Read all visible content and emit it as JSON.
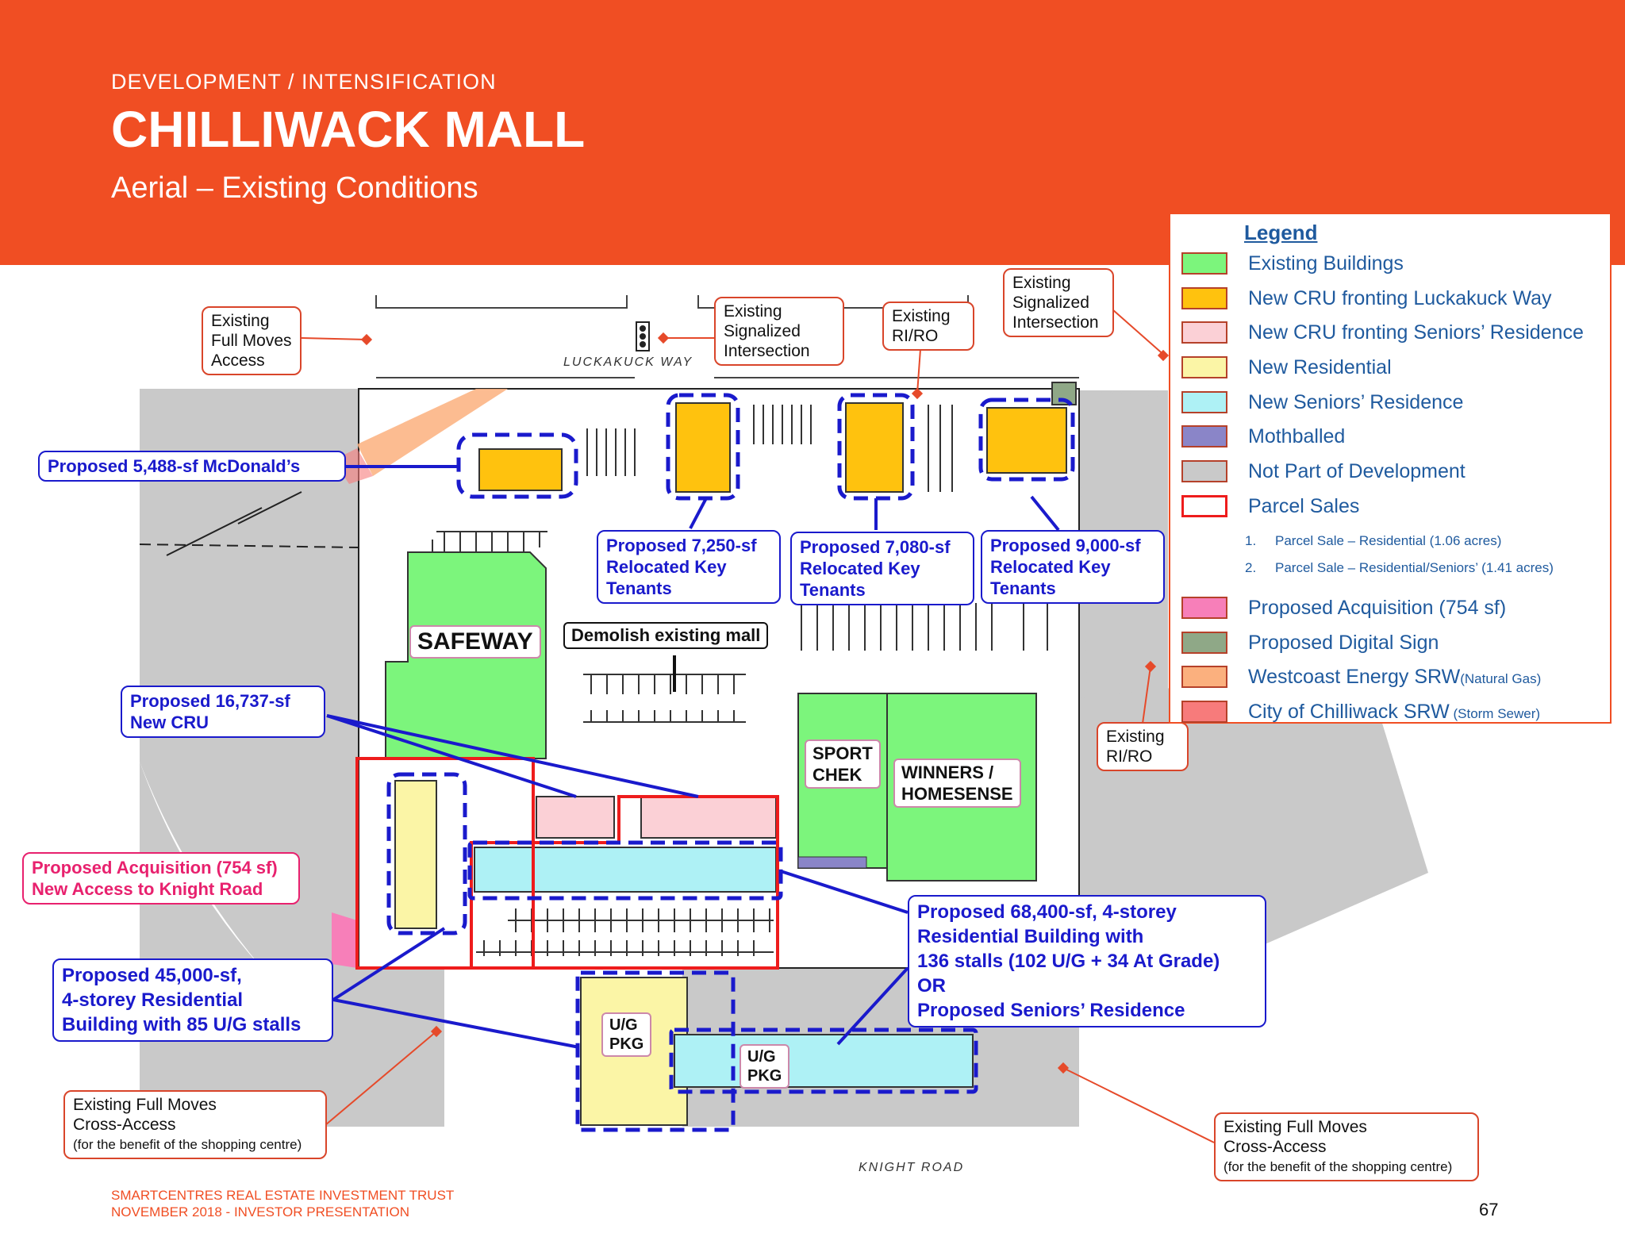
{
  "header": {
    "kicker": "DEVELOPMENT / INTENSIFICATION",
    "title": "CHILLIWACK MALL",
    "subtitle": "Aerial – Existing Conditions"
  },
  "roads": {
    "north": "LUCKAKUCK WAY",
    "south": "KNIGHT ROAD"
  },
  "annotations": {
    "full_moves_access": [
      "Existing",
      "Full Moves",
      "Access"
    ],
    "signalized_1": [
      "Existing",
      "Signalized",
      "Intersection"
    ],
    "riro_1": [
      "Existing",
      "RI/RO"
    ],
    "signalized_2": [
      "Existing",
      "Signalized",
      "Intersection"
    ],
    "riro_2": [
      "Existing",
      "RI/RO"
    ],
    "cross_access_left": {
      "line1": "Existing Full Moves",
      "line2": "Cross-Access",
      "note": "(for the benefit of the shopping centre)"
    },
    "cross_access_right": {
      "line1": "Existing Full Moves",
      "line2": "Cross-Access",
      "note": "(for the benefit of the shopping centre)"
    }
  },
  "proposals": {
    "mcdonalds": "Proposed 5,488-sf McDonald’s",
    "p7250": [
      "Proposed 7,250-sf",
      "Relocated Key",
      "Tenants"
    ],
    "p7080": [
      "Proposed 7,080-sf",
      "Relocated Key",
      "Tenants"
    ],
    "p9000": [
      "Proposed 9,000-sf",
      "Relocated Key",
      "Tenants"
    ],
    "cru": [
      "Proposed 16,737-sf",
      "New CRU"
    ],
    "acquisition": [
      "Proposed Acquisition (754 sf)",
      "New Access to Knight Road"
    ],
    "res45000": [
      "Proposed 45,000-sf,",
      "4-storey Residential",
      "Building with 85 U/G stalls"
    ],
    "res68400": [
      "Proposed 68,400-sf, 4-storey",
      "Residential Building with",
      "136 stalls (102 U/G + 34 At Grade)",
      "OR",
      "Proposed Seniors’ Residence"
    ]
  },
  "buildings": {
    "safeway": "SAFEWAY",
    "demolish": "Demolish existing mall",
    "sport_chek": [
      "SPORT",
      "CHEK"
    ],
    "winners": [
      "WINNERS /",
      "HOMESENSE"
    ],
    "ug_pkg_1": [
      "U/G",
      "PKG"
    ],
    "ug_pkg_2": [
      "U/G",
      "PKG"
    ]
  },
  "legend": {
    "title": "Legend",
    "items": [
      {
        "label": "Existing Buildings",
        "color": "#7cf57c"
      },
      {
        "label": "New CRU fronting Luckakuck Way",
        "color": "#ffc20e"
      },
      {
        "label": "New CRU fronting Seniors’ Residence",
        "color": "#fbd0d6"
      },
      {
        "label": "New Residential",
        "color": "#fbf5a6"
      },
      {
        "label": "New Seniors’ Residence",
        "color": "#aef1f5"
      },
      {
        "label": "Mothballed",
        "color": "#8a85c8"
      },
      {
        "label": "Not Part of Development",
        "color": "#c9c9c9"
      },
      {
        "label": "Parcel Sales",
        "color": "#ffffff"
      },
      {
        "label": "Proposed Acquisition (754 sf)",
        "color": "#f77fb9"
      },
      {
        "label": "Proposed Digital Sign",
        "color": "#8fa887"
      },
      {
        "label": "Westcoast Energy SRW",
        "suffix": "(Natural Gas)",
        "color": "#fbb07e"
      },
      {
        "label": "City of Chilliwack SRW",
        "suffix": "(Storm Sewer)",
        "color": "#f77b7b"
      }
    ],
    "parcel_notes": [
      {
        "num": "1.",
        "text": "Parcel Sale – Residential (1.06 acres)"
      },
      {
        "num": "2.",
        "text": "Parcel Sale – Residential/Seniors’ (1.41 acres)"
      }
    ]
  },
  "footer": {
    "line1": "SMARTCENTRES REAL ESTATE INVESTMENT TRUST",
    "line2": "NOVEMBER 2018 - INVESTOR PRESENTATION",
    "page": "67"
  }
}
